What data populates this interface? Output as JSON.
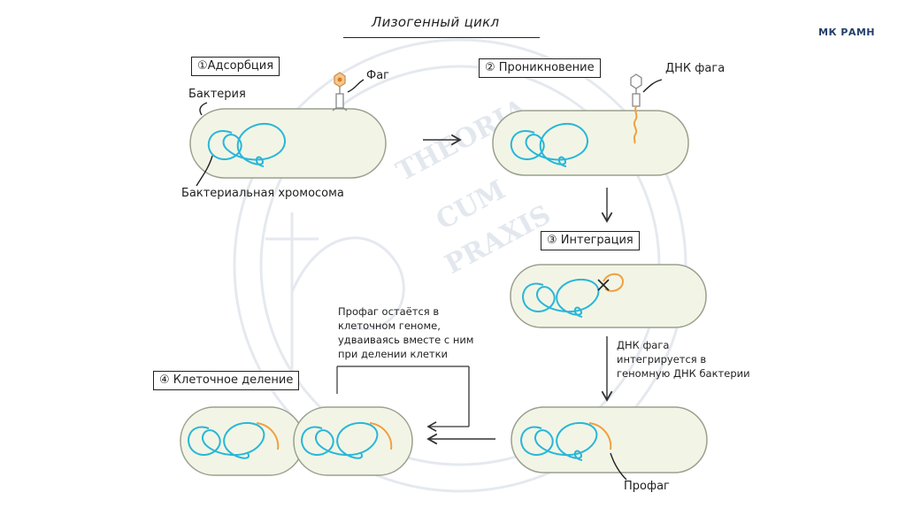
{
  "title": "Лизогенный цикл",
  "brand": "МК РАМН",
  "watermark": [
    "THEORIA",
    "CUM",
    "PRAXIS"
  ],
  "steps": {
    "adsorption": "①Адсорбция",
    "penetration": "② Проникновение",
    "integration": "③ Интеграция",
    "division": "④ Клеточное деление"
  },
  "labels": {
    "phage": "Фаг",
    "bacterium": "Бактерия",
    "chromosome": "Бактериальная хромосома",
    "phage_dna": "ДНК фага",
    "prophage": "Профаг"
  },
  "notes": {
    "prophage_persist": "Профаг остаётся в\nклеточном геноме,\nудваиваясь вместе с ним\nпри делении клетки",
    "integration_note": "ДНК фага\nинтегрируется в\nгеномную ДНК бактерии"
  },
  "colors": {
    "cell_fill": "#f2f5e6",
    "cell_stroke": "#9aa08e",
    "chromosome": "#29b6d8",
    "phage_dna": "#f0a040",
    "accent": "#24406b"
  }
}
